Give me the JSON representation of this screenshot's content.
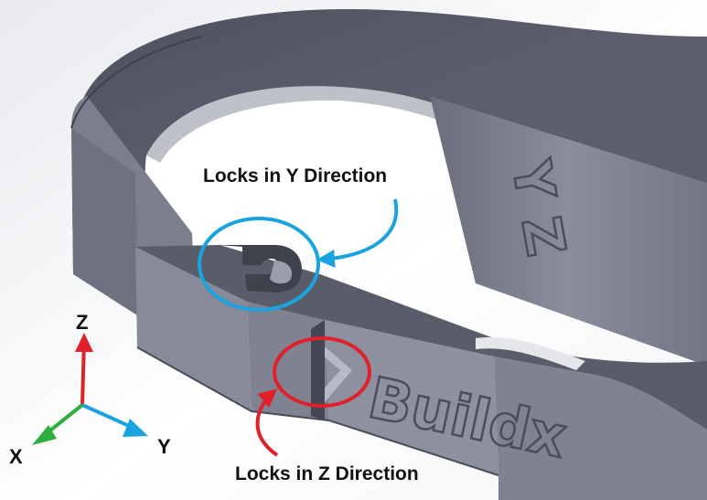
{
  "annotations": {
    "y_lock": "Locks in Y Direction",
    "z_lock": "Locks in Z Direction"
  },
  "axes": {
    "z": "Z",
    "y": "Y",
    "x": "X"
  },
  "embossed_text": {
    "brand": "Buildx",
    "arm_letters": "Y Z"
  },
  "colors": {
    "y_callout": "#1ba3e0",
    "z_callout": "#e0202a",
    "z_axis": "#e0202a",
    "y_axis": "#1ba3e0",
    "x_axis": "#2fae3f",
    "part_top": "#5c5f6c",
    "part_side": "#7d8090"
  }
}
